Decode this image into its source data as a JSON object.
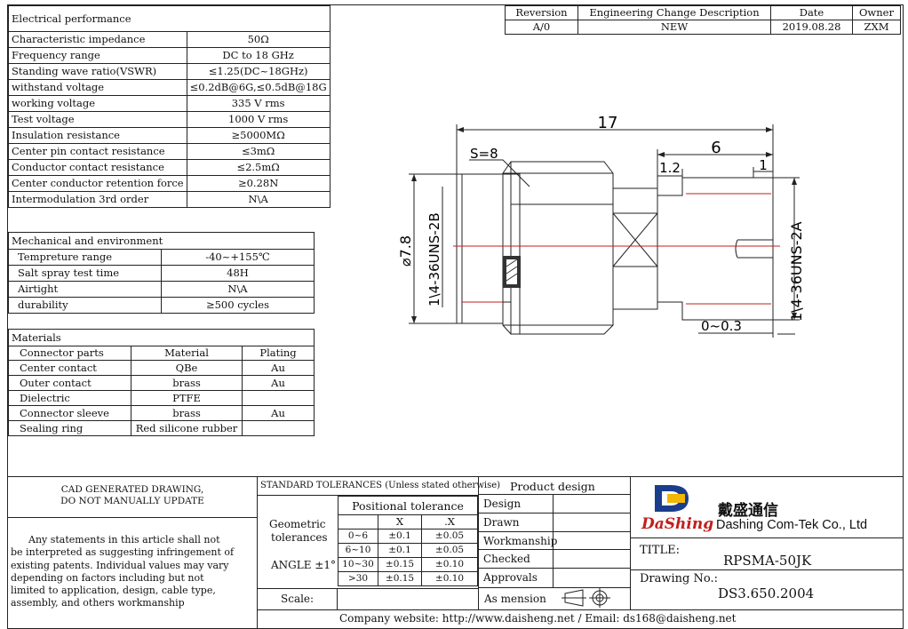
{
  "revision_table": {
    "headers": [
      "Reversion",
      "Engineering Change Description",
      "Date",
      "Owner"
    ],
    "row": [
      "A/0",
      "NEW",
      "2019.08.28",
      "ZXM"
    ]
  },
  "electrical": {
    "title": "Electrical performance",
    "rows": [
      [
        "Characteristic impedance",
        "50Ω"
      ],
      [
        "Frequency range",
        "DC to 18 GHz"
      ],
      [
        "Standing wave ratio(VSWR)",
        "≤1.25(DC~18GHz)"
      ],
      [
        "withstand voltage",
        "≤0.2dB@6G,≤0.5dB@18G"
      ],
      [
        "working voltage",
        "335 V rms"
      ],
      [
        "Test voltage",
        "1000 V rms"
      ],
      [
        "Insulation resistance",
        "≥5000MΩ"
      ],
      [
        "Center pin contact resistance",
        "≤3mΩ"
      ],
      [
        "Conductor contact resistance",
        "≤2.5mΩ"
      ],
      [
        "Center conductor retention force",
        "≥0.28N"
      ],
      [
        "Intermodulation 3rd order",
        "N\\A"
      ]
    ]
  },
  "mechanical": {
    "title": "Mechanical and environment",
    "rows": [
      [
        "Tempreture range",
        "-40~+155℃"
      ],
      [
        "Salt spray test time",
        "48H"
      ],
      [
        "Airtight",
        "N\\A"
      ],
      [
        "durability",
        "≥500 cycles"
      ]
    ]
  },
  "materials": {
    "title": "Materials",
    "headers": [
      "Connector parts",
      "Material",
      "Plating"
    ],
    "rows": [
      [
        "Center contact",
        "QBe",
        "Au"
      ],
      [
        "Outer contact",
        "brass",
        "Au"
      ],
      [
        "Dielectric",
        "PTFE",
        ""
      ],
      [
        "Connector sleeve",
        "brass",
        "Au"
      ],
      [
        "Sealing ring",
        "Red silicone rubber",
        ""
      ]
    ]
  },
  "drawing": {
    "dim_17": "17",
    "dim_6": "6",
    "dim_1_2": "1.2",
    "dim_1": "1",
    "hex": "S=8",
    "dia": "⌀7.8",
    "thread_left": "1\\4-36UNS-2B",
    "thread_right": "1\\4-36UNS-2A",
    "dim_gap": "0~0.3"
  },
  "titleblock": {
    "cad_line1": "CAD GENERATED DRAWING,",
    "cad_line2": "DO NOT MANUALLY UPDATE",
    "disclaimer": [
      "Any statements in this article shall  not",
      "be interpreted as suggesting infringement of",
      "existing patents. Individual values may vary",
      "depending on factors including but not",
      "limited to application, design, cable type,",
      "assembly, and others workmanship"
    ],
    "std_tol": "STANDARD TOLERANCES (Unless stated otherwise)",
    "positional": "Positional tolerance",
    "geometric": "Geometric",
    "tolerances": "tolerances",
    "angle": "ANGLE ±1°",
    "col_x": "X",
    "col_dx": ".X",
    "tol_rows": [
      [
        "0~6",
        "±0.1",
        "±0.05"
      ],
      [
        "6~10",
        "±0.1",
        "±0.05"
      ],
      [
        "10~30",
        "±0.15",
        "±0.10"
      ],
      [
        ">30",
        "±0.15",
        "±0.10"
      ]
    ],
    "scale": "Scale:",
    "product_design": "Product design",
    "roles": [
      "Design",
      "Drawn",
      "Workmanship",
      "Checked",
      "Approvals"
    ],
    "as_mension": "As mension",
    "company_cn": "戴盛通信",
    "company_en": "Dashing Com-Tek Co., Ltd",
    "logo_text": "DaShing",
    "title_label": "TITLE:",
    "title_value": "RPSMA-50JK",
    "drawing_no_label": "Drawing No.:",
    "drawing_no_value": "DS3.650.2004",
    "footer": "Company website: http://www.daisheng.net / Email:  ds168@daisheng.net"
  }
}
